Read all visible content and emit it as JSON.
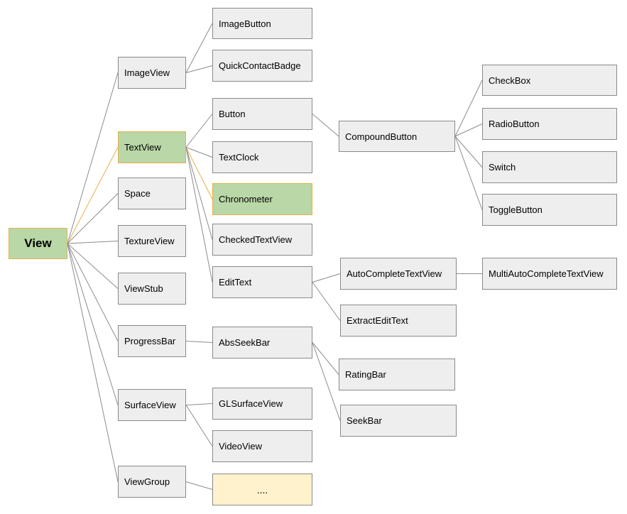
{
  "colors": {
    "highlight_fill": "#b9d7a7",
    "highlight_border": "#e3b24a",
    "node_fill": "#eeeeee",
    "node_border": "#8a8a8a",
    "placeholder_fill": "#fff2cc",
    "edge": "#8c8c8c"
  },
  "nodes": {
    "view": "View",
    "imageview": "ImageView",
    "imagebutton": "ImageButton",
    "quickcontactbadge": "QuickContactBadge",
    "textview": "TextView",
    "button": "Button",
    "textclock": "TextClock",
    "chronometer": "Chronometer",
    "checkedtextview": "CheckedTextView",
    "edittext": "EditText",
    "compoundbutton": "CompoundButton",
    "checkbox": "CheckBox",
    "radiobutton": "RadioButton",
    "switch": "Switch",
    "togglebutton": "ToggleButton",
    "autocompletetextview": "AutoCompleteTextView",
    "multiautocompletetextview": "MultiAutoCompleteTextView",
    "extractedittext": "ExtractEditText",
    "space": "Space",
    "textureview": "TextureView",
    "viewstub": "ViewStub",
    "progressbar": "ProgressBar",
    "absseekbar": "AbsSeekBar",
    "ratingbar": "RatingBar",
    "seekbar": "SeekBar",
    "surfaceview": "SurfaceView",
    "glsurfaceview": "GLSurfaceView",
    "videoview": "VideoView",
    "viewgroup": "ViewGroup",
    "more": "...."
  },
  "highlighted": [
    "view",
    "textview",
    "chronometer"
  ],
  "edges": [
    [
      "view",
      "imageview"
    ],
    [
      "view",
      "textview"
    ],
    [
      "view",
      "space"
    ],
    [
      "view",
      "textureview"
    ],
    [
      "view",
      "viewstub"
    ],
    [
      "view",
      "progressbar"
    ],
    [
      "view",
      "surfaceview"
    ],
    [
      "view",
      "viewgroup"
    ],
    [
      "imageview",
      "imagebutton"
    ],
    [
      "imageview",
      "quickcontactbadge"
    ],
    [
      "textview",
      "button"
    ],
    [
      "textview",
      "textclock"
    ],
    [
      "textview",
      "chronometer"
    ],
    [
      "textview",
      "checkedtextview"
    ],
    [
      "textview",
      "edittext"
    ],
    [
      "button",
      "compoundbutton"
    ],
    [
      "compoundbutton",
      "checkbox"
    ],
    [
      "compoundbutton",
      "radiobutton"
    ],
    [
      "compoundbutton",
      "switch"
    ],
    [
      "compoundbutton",
      "togglebutton"
    ],
    [
      "edittext",
      "autocompletetextview"
    ],
    [
      "edittext",
      "extractedittext"
    ],
    [
      "autocompletetextview",
      "multiautocompletetextview"
    ],
    [
      "progressbar",
      "absseekbar"
    ],
    [
      "absseekbar",
      "ratingbar"
    ],
    [
      "absseekbar",
      "seekbar"
    ],
    [
      "surfaceview",
      "glsurfaceview"
    ],
    [
      "surfaceview",
      "videoview"
    ],
    [
      "viewgroup",
      "more"
    ]
  ]
}
